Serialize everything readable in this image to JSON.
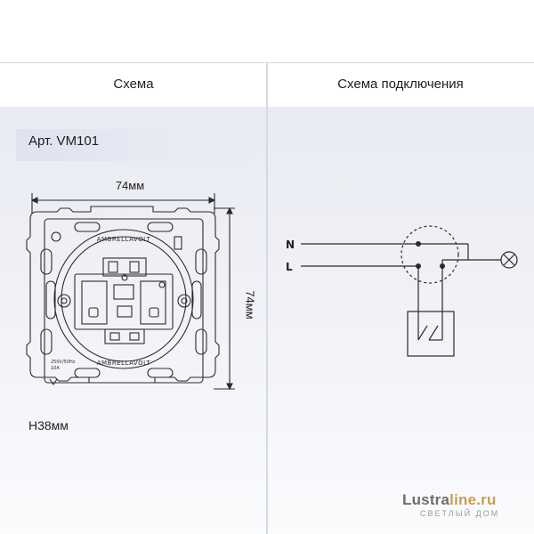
{
  "header": {
    "left_title": "Схема",
    "right_title": "Схема подключения"
  },
  "product": {
    "article": "Арт. VM101",
    "height": "Н38мм",
    "width_dim": "74мм",
    "height_dim": "74мм",
    "device_brand_top": "AMBRELLAVOLT",
    "device_brand_bottom": "AMBRELLAVOLT",
    "rating_voltage": "250V/50Hz",
    "rating_current": "10A"
  },
  "wiring": {
    "neutral_label": "N",
    "live_label": "L"
  },
  "logo": {
    "brand_main": "Lustra",
    "brand_accent": "line.ru",
    "tagline": "СВЕТЛЫЙ ДОМ"
  },
  "colors": {
    "line": "#2b2b2b",
    "accent": "#c89c5a",
    "panel": "#e9ebf3"
  }
}
